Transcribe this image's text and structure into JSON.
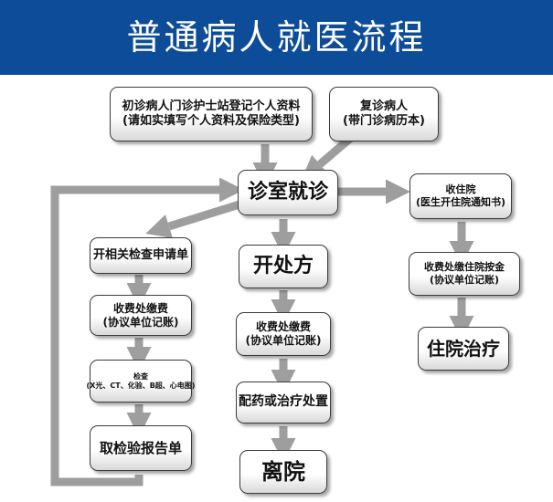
{
  "title": "普通病人就医流程",
  "colors": {
    "banner": "#0d4c98",
    "banner_text": "#ffffff",
    "arrow": "#9e9e9e",
    "box_border": "#3a3a3a"
  },
  "nodes": {
    "first_visit": {
      "line1": "初诊病人门诊护士站登记个人资料",
      "line2": "(请如实填写个人资料及保险类型)"
    },
    "return_visit": {
      "line1": "复诊病人",
      "line2": "(带门诊病历本)"
    },
    "consultation": {
      "line1": "诊室就诊"
    },
    "admission": {
      "line1": "收住院",
      "line2": "(医生开住院通知书)"
    },
    "exam_request": {
      "line1": "开相关检查申请单"
    },
    "exam_payment": {
      "line1": "收费处缴费",
      "line2": "(协议单位记账)"
    },
    "exam": {
      "line1": "检查",
      "line2": "(X光、CT、化验、B超、心电图)"
    },
    "get_report": {
      "line1": "取检验报告单"
    },
    "prescription": {
      "line1": "开处方"
    },
    "rx_payment": {
      "line1": "收费处缴费",
      "line2": "(协议单位记账)"
    },
    "dispense": {
      "line1": "配药或治疗处置"
    },
    "discharge": {
      "line1": "离院"
    },
    "deposit": {
      "line1": "收费处缴住院按金",
      "line2": "(协议单位记账)"
    },
    "inpatient": {
      "line1": "住院治疗"
    }
  }
}
